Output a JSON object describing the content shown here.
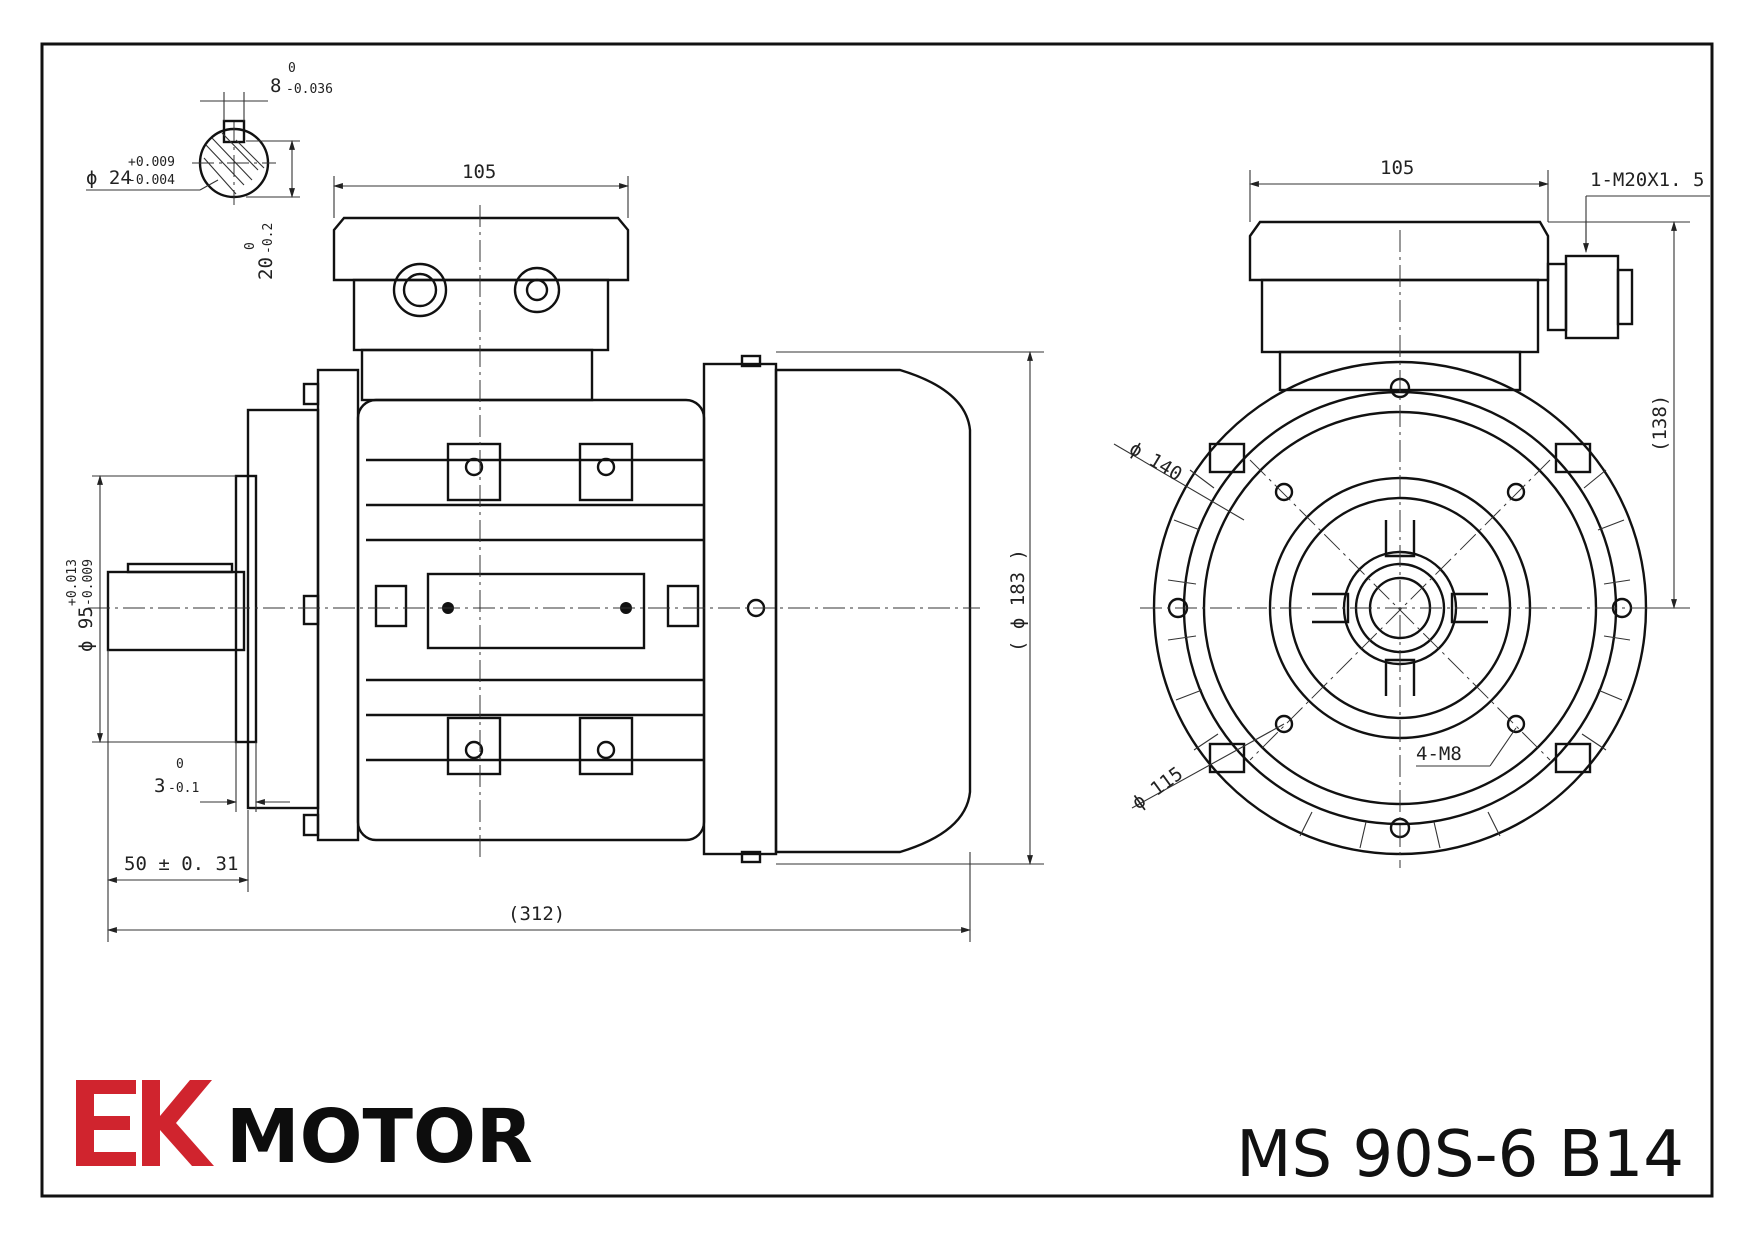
{
  "brand": {
    "logo_letters": "EK",
    "name": "MOTOR",
    "logo_color": "#d0242e"
  },
  "model": "MS 90S-6 B14",
  "side_view": {
    "terminal_box_width": "105",
    "key_width_nominal": "8",
    "key_width_tol_upper": "0",
    "key_width_tol_lower": "-0.036",
    "shaft_dia_nominal": "ϕ 24",
    "shaft_dia_tol_upper": "+0.009",
    "shaft_dia_tol_lower": "-0.004",
    "key_depth_nominal": "20",
    "key_depth_tol_upper": "0",
    "key_depth_tol_lower": "-0.2",
    "spigot_dia_nominal": "ϕ 95",
    "spigot_dia_tol_upper": "+0.013",
    "spigot_dia_tol_lower": "-0.009",
    "spigot_depth_nominal": "3",
    "spigot_depth_tol_upper": "0",
    "spigot_depth_tol_lower": "-0.1",
    "shaft_length": "50 ± 0. 31",
    "overall_length": "(312)",
    "fan_cover_dia": "( ϕ 183 )"
  },
  "end_view": {
    "terminal_box_width": "105",
    "cable_gland": "1-M20X1. 5",
    "center_height": "(138)",
    "flange_pcd": "ϕ 140",
    "bolt_circle": "ϕ 115",
    "flange_holes": "4-M8"
  }
}
